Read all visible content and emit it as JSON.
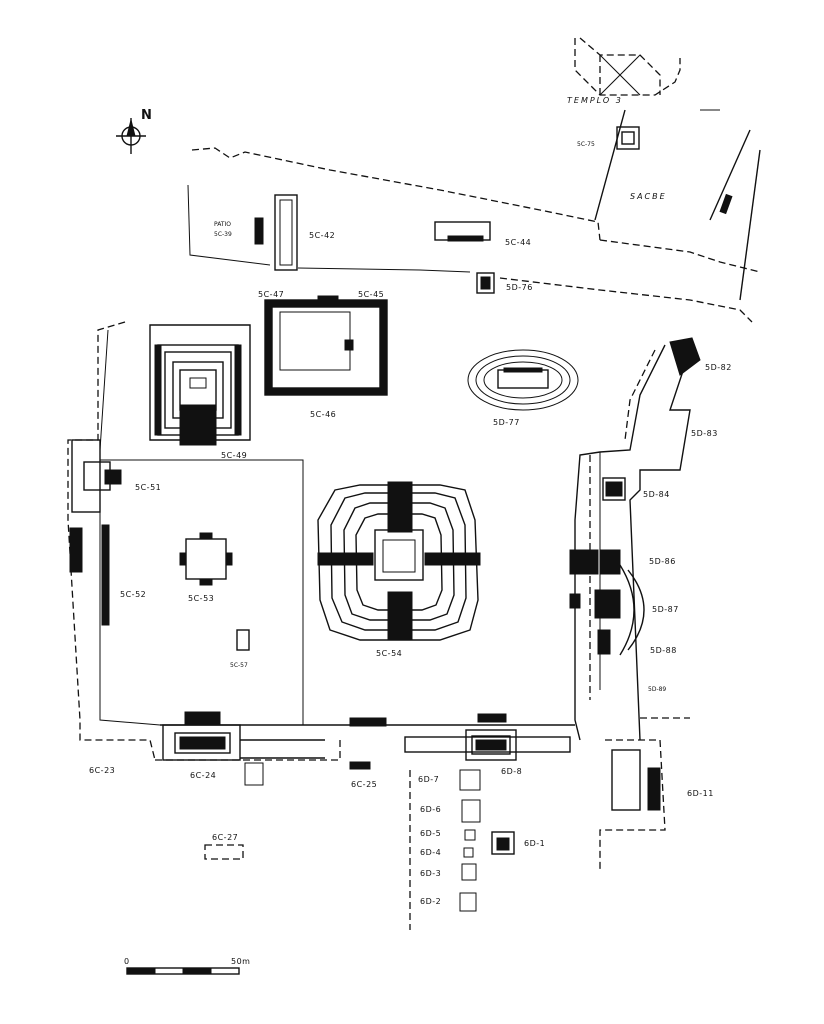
{
  "north": "N",
  "labels": {
    "templo3": "TEMPLO 3",
    "sc75": "5C-75",
    "sacbe": "SACBE",
    "patio": "PATIO",
    "patio_id": "5C-39",
    "sc42": "5C-42",
    "sc44": "5C-44",
    "sd76": "5D-76",
    "sc47": "5C-47",
    "sc45": "5C-45",
    "sc46": "5C-46",
    "sd77": "5D-77",
    "sd82": "5D-82",
    "sd83": "5D-83",
    "sc49": "5C-49",
    "sc51": "5C-51",
    "sd84": "5D-84",
    "sd86": "5D-86",
    "sd87": "5D-87",
    "sd88": "5D-88",
    "sd89": "5D-89",
    "sc52": "5C-52",
    "sc53": "5C-53",
    "sc54": "5C-54",
    "sc57": "5C-57",
    "c623": "6C-23",
    "c624": "6C-24",
    "c625": "6C-25",
    "d68": "6D-8",
    "d611": "6D-11",
    "d67": "6D-7",
    "d66": "6D-6",
    "d65": "6D-5",
    "d64": "6D-4",
    "d63": "6D-3",
    "d62": "6D-2",
    "d61": "6D-1",
    "c627": "6C-27"
  },
  "scale": {
    "start": "0",
    "end": "50m"
  }
}
